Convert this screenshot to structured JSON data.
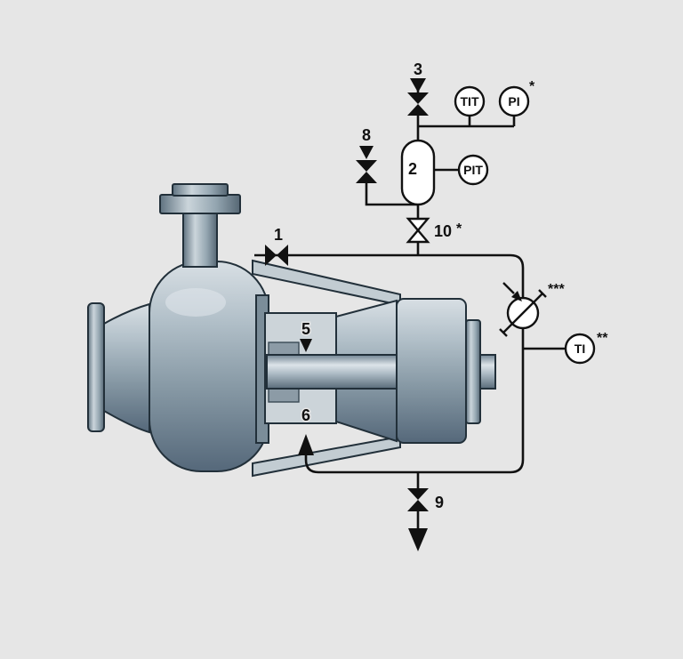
{
  "diagram_title": "pump-seal-flush-piping-plan",
  "colors": {
    "background": "#e6e6e6",
    "line": "#111111",
    "pump_light": "#d6dde2",
    "pump_dark": "#55687a"
  },
  "labels": {
    "n1": "1",
    "n2": "2",
    "n3": "3",
    "n5": "5",
    "n6": "6",
    "n8": "8",
    "n9": "9",
    "n10": "10",
    "note10": "*",
    "tit": "TIT",
    "pi": "PI",
    "notePi": "*",
    "pit": "PIT",
    "ti": "TI",
    "noteTi": "**",
    "noteFlow": "***"
  }
}
